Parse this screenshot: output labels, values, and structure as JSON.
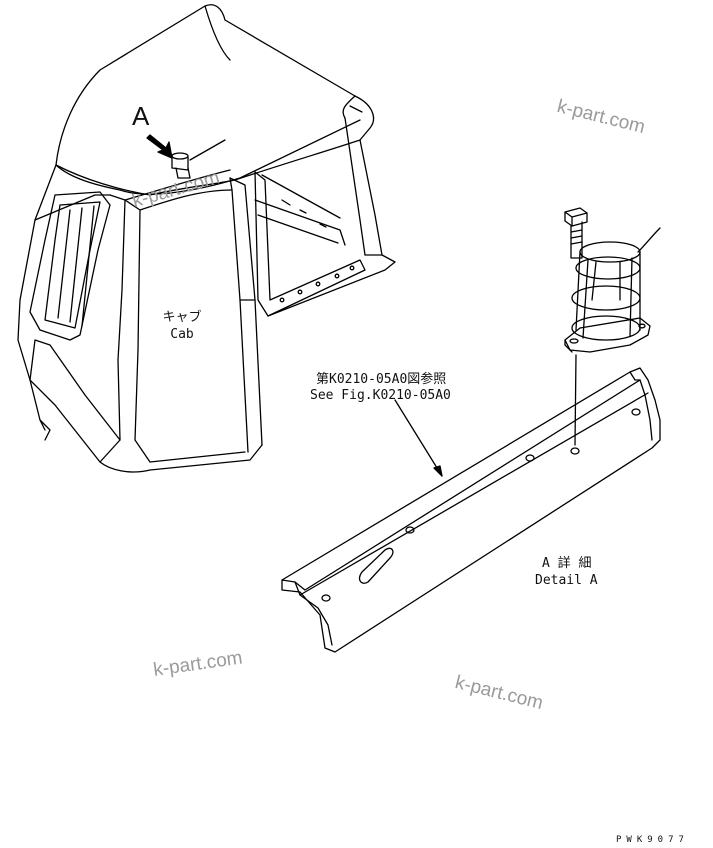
{
  "labels": {
    "marker": "A",
    "cab_jp": "キャブ",
    "cab_en": "Cab",
    "ref_jp": "第K0210-05A0図参照",
    "ref_en": "See Fig.K0210-05A0",
    "detail_jp": "A 詳 細",
    "detail_en": "Detail A",
    "drawing_code": "PWK9077"
  },
  "watermarks": [
    "k-part.com",
    "k-part.com",
    "k-part.com",
    "k-part.com"
  ]
}
